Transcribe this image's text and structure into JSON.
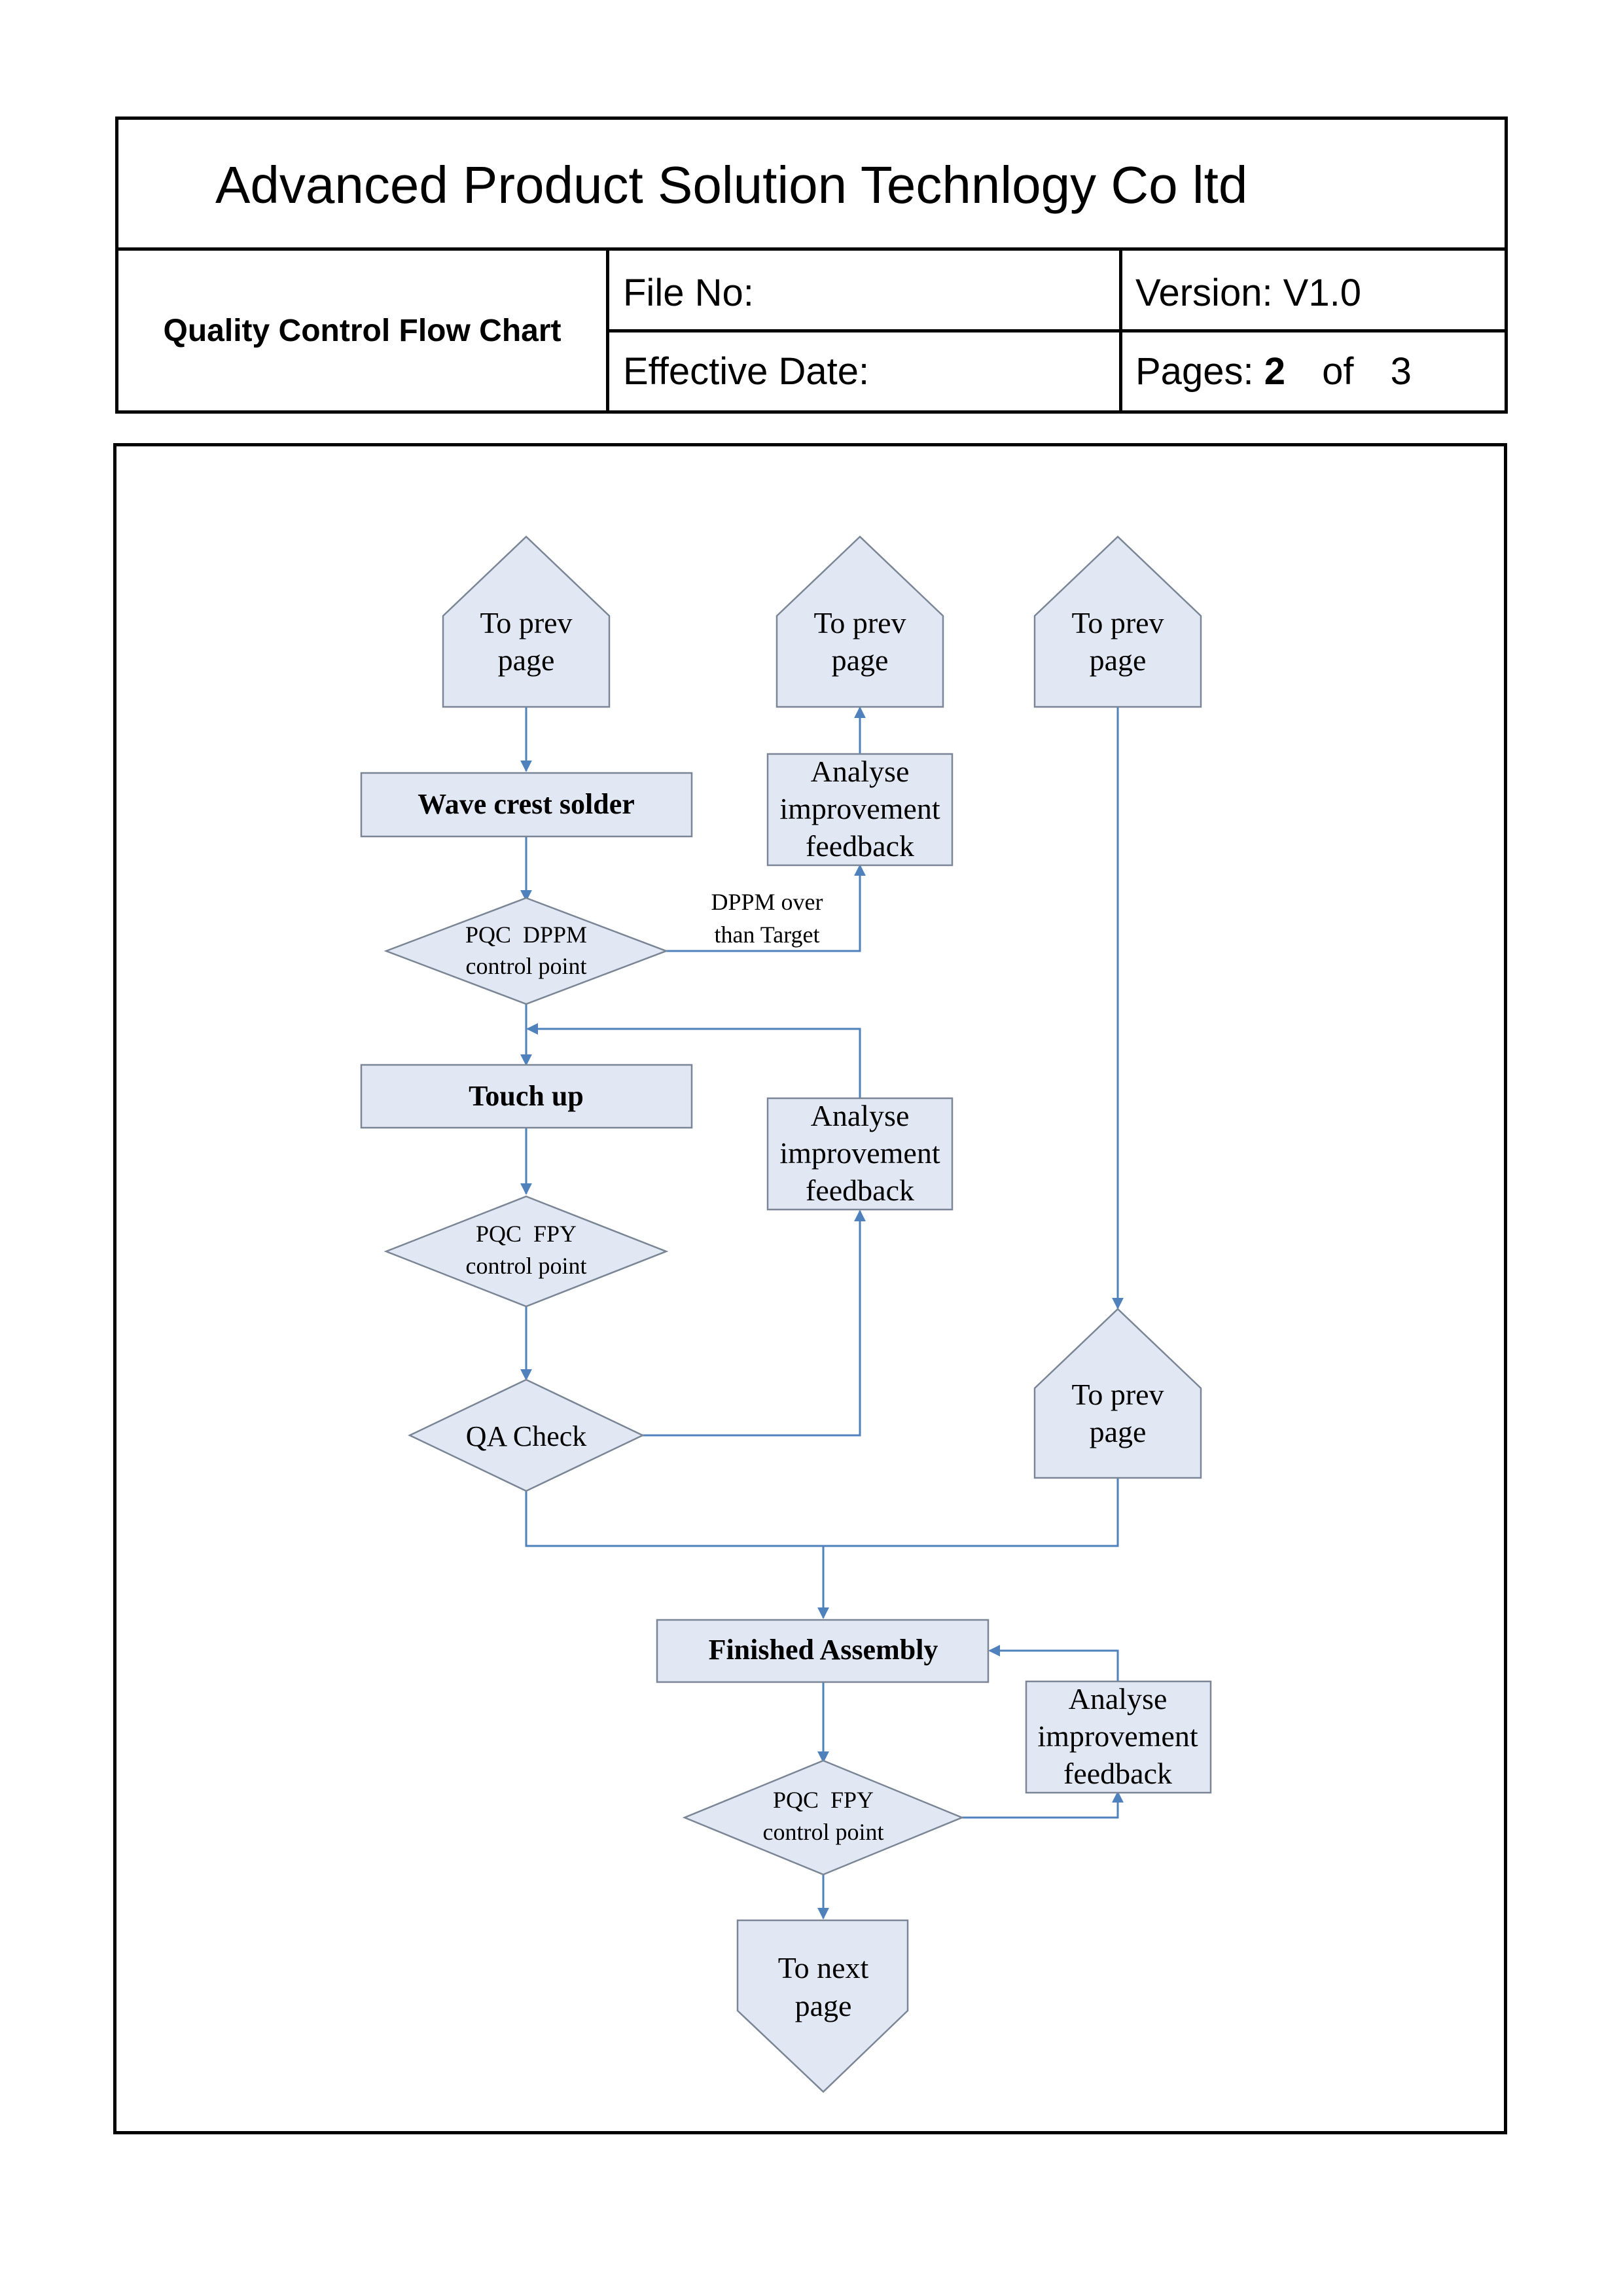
{
  "header": {
    "company": "Advanced Product Solution Technlogy Co ltd",
    "doc_title": "Quality Control Flow Chart",
    "file_no_label": "File No:",
    "version_label": "Version: V1.0",
    "effective_date_label": "Effective Date:",
    "pages_label": "Pages:",
    "pages_current": "2",
    "pages_of": "of",
    "pages_total": "3"
  },
  "flow": {
    "to_prev_page_1": [
      "To prev",
      "page"
    ],
    "to_prev_page_2": [
      "To prev",
      "page"
    ],
    "to_prev_page_3": [
      "To prev",
      "page"
    ],
    "to_prev_page_4": [
      "To prev",
      "page"
    ],
    "wave_crest_solder": "Wave crest solder",
    "analyse_feedback_1": [
      "Analyse",
      "improvement",
      "feedback"
    ],
    "dppm_note": [
      "DPPM over",
      "than Target"
    ],
    "pqc_dppm": [
      "PQC  DPPM",
      "control point"
    ],
    "touch_up": "Touch up",
    "analyse_feedback_2": [
      "Analyse",
      "improvement",
      "feedback"
    ],
    "pqc_fpy_1": [
      "PQC  FPY",
      "control point"
    ],
    "qa_check": "QA Check",
    "finished_assembly": "Finished Assembly",
    "analyse_feedback_3": [
      "Analyse",
      "improvement",
      "feedback"
    ],
    "pqc_fpy_2": [
      "PQC  FPY",
      "control point"
    ],
    "to_next_page": [
      "To next",
      "page"
    ]
  },
  "colors": {
    "shape_fill": "#e1e8f3",
    "shape_stroke": "#7a8696",
    "connector": "#4f81bd"
  }
}
